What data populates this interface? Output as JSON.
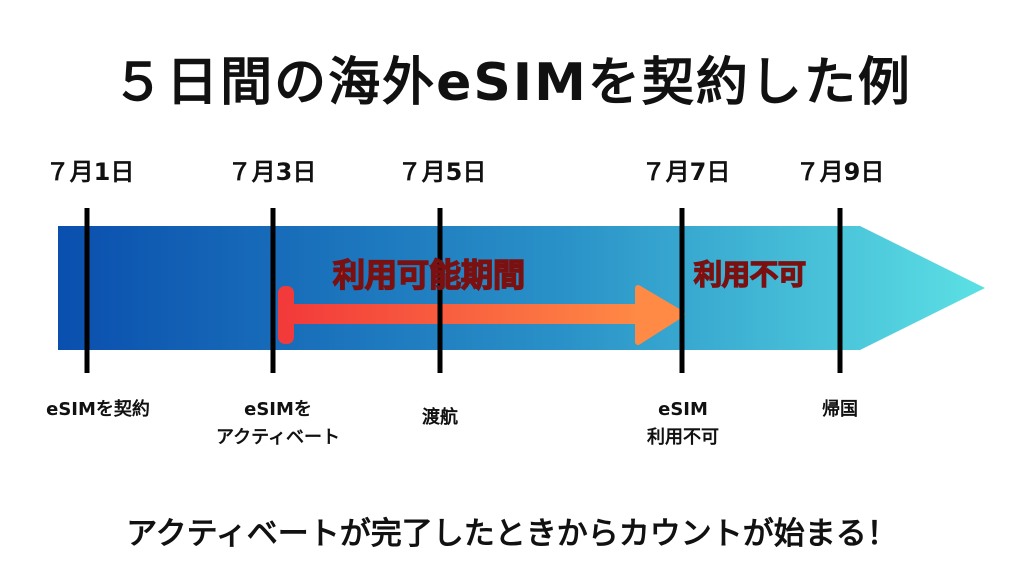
{
  "title": "５日間の海外eSIMを契約した例",
  "dates": [
    "７月1日",
    "７月3日",
    "７月5日",
    "７月7日",
    "７月9日"
  ],
  "events": [
    {
      "line1": "eSIMを契約",
      "line2": ""
    },
    {
      "line1": "eSIMを",
      "line2": "アクティベート"
    },
    {
      "line1": "渡航",
      "line2": ""
    },
    {
      "line1": "eSIM",
      "line2": "利用不可"
    },
    {
      "line1": "帰国",
      "line2": ""
    }
  ],
  "available_label": "利用可能期間",
  "unavailable_label": "利用不可",
  "footer": "アクティベートが完了したときからカウントが始まる！",
  "colors": {
    "band_start": "#0a4fae",
    "band_end": "#5ce0e4",
    "arrow_start": "#f23a3a",
    "arrow_end": "#ff8a45"
  }
}
